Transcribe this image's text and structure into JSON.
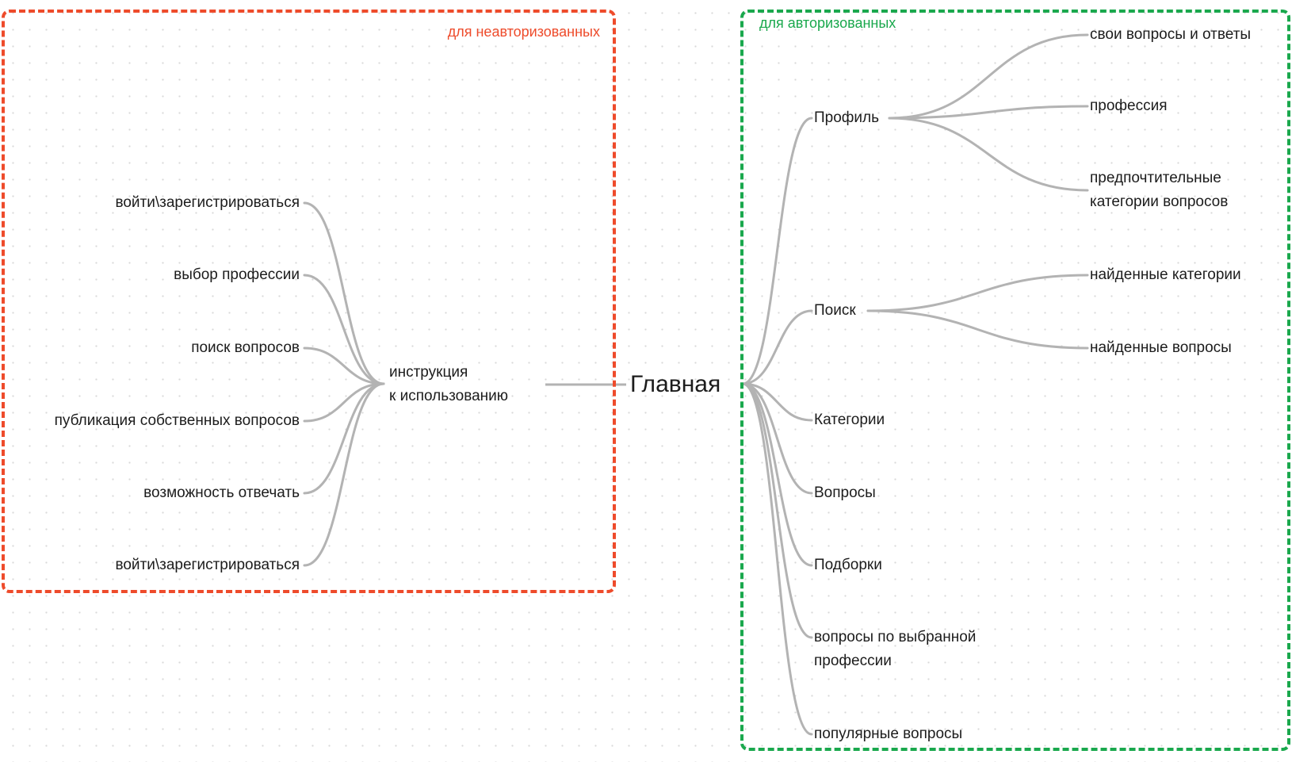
{
  "groups": {
    "unauthorized": {
      "title": "для неавторизованных",
      "color": "#ee4b2b"
    },
    "authorized": {
      "title": "для авторизованных",
      "color": "#1aa84d"
    }
  },
  "root": {
    "label": "Главная"
  },
  "left_branch": {
    "hub": {
      "line1": "инструкция",
      "line2": "к использованию"
    },
    "items": [
      "войти\\зарегистрироваться",
      "выбор профессии",
      "поиск вопросов",
      "публикация собственных вопросов",
      "возможность отвечать",
      "войти\\зарегистрироваться"
    ]
  },
  "right_branch": {
    "profile": {
      "label": "Профиль",
      "children": [
        "свои вопросы и ответы",
        "профессия"
      ],
      "preferred": {
        "line1": "предпочтительные",
        "line2": "категории вопросов"
      }
    },
    "search": {
      "label": "Поиск",
      "children": [
        "найденные категории",
        "найденные вопросы"
      ]
    },
    "categories": "Категории",
    "questions": "Вопросы",
    "collections": "Подборки",
    "by_profession": {
      "line1": "вопросы по выбранной",
      "line2": "профессии"
    },
    "popular": "популярные вопросы"
  },
  "connector_color": "#b3b3b3"
}
